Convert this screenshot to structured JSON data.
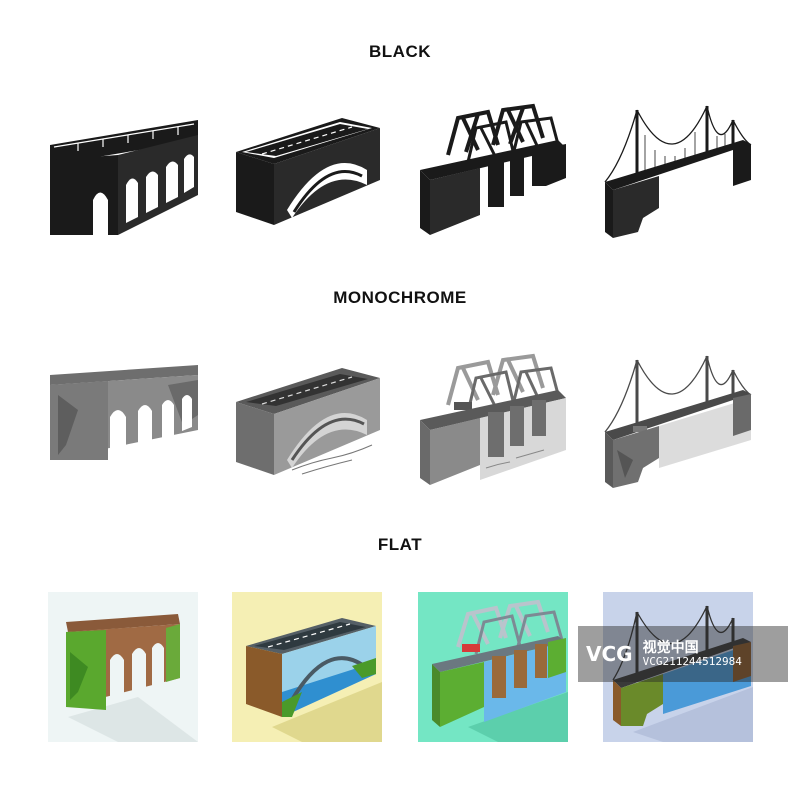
{
  "sections": {
    "black": {
      "title": "BLACK"
    },
    "monochrome": {
      "title": "MONOCHROME"
    },
    "flat": {
      "title": "FLAT"
    }
  },
  "icons": {
    "black": [
      "arch-viaduct-bridge-icon",
      "arched-road-bridge-icon",
      "truss-railway-bridge-icon",
      "suspension-bridge-icon"
    ],
    "monochrome": [
      "arch-viaduct-bridge-icon",
      "arched-road-bridge-icon",
      "truss-railway-bridge-icon",
      "suspension-bridge-icon"
    ],
    "flat": [
      "arch-viaduct-bridge-icon",
      "arched-road-bridge-icon",
      "truss-railway-bridge-icon",
      "suspension-bridge-icon"
    ]
  },
  "colors": {
    "flat_backgrounds": [
      "#eef5f5",
      "#f5efb4",
      "#74e6c4",
      "#c8d3ea"
    ],
    "black": "#1a1a1a",
    "mono_dark": "#555555",
    "mono_mid": "#8a8a8a",
    "mono_light": "#bdbdbd"
  },
  "watermark": {
    "logo": "VCG",
    "brand": "视觉中国",
    "id": "VCG211244512984"
  }
}
